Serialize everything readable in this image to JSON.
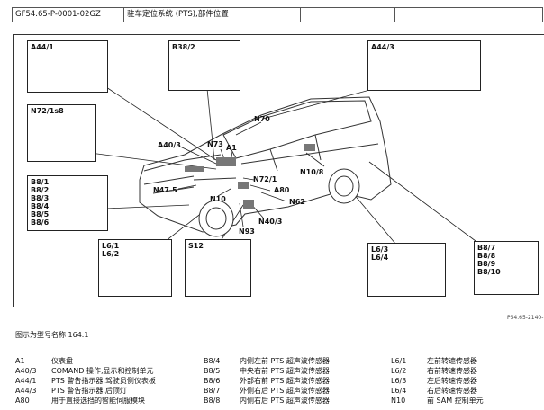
{
  "header": {
    "doc_id": "GF54.65-P-0001-02GZ",
    "title": "驻车定位系统 (PTS),部件位置"
  },
  "diagram": {
    "boxes": {
      "a44_1": "A44/1",
      "b38_2": "B38/2",
      "a44_3": "A44/3",
      "n72_1s8": "N72/1s8",
      "b8_group_front": [
        "B8/1",
        "B8/2",
        "B8/3",
        "B8/4",
        "B8/5",
        "B8/6"
      ],
      "l6_front": [
        "L6/1",
        "L6/2"
      ],
      "s12": "S12",
      "l6_rear": [
        "L6/3",
        "L6/4"
      ],
      "b8_group_rear": [
        "B8/7",
        "B8/8",
        "B8/9",
        "B8/10"
      ]
    },
    "callouts": {
      "n70": "N70",
      "n73": "N73",
      "a1": "A1",
      "a40_3": "A40/3",
      "n10_8": "N10/8",
      "n72_1": "N72/1",
      "a80": "A80",
      "n47_5": "N47-5",
      "n10": "N10",
      "n62": "N62",
      "n40_3": "N40/3",
      "n93": "N93"
    },
    "figure_id": "P54.65-2140-"
  },
  "caption": "图示为型号名称 164.1",
  "legend": {
    "col1": [
      {
        "code": "A1",
        "desc": "仪表盘"
      },
      {
        "code": "A40/3",
        "desc": "COMAND 操作,显示和控制单元"
      },
      {
        "code": "A44/1",
        "desc": "PTS 警告指示器,驾驶员侧仪表板"
      },
      {
        "code": "A44/3",
        "desc": "PTS 警告指示器,后顶灯"
      },
      {
        "code": "A80",
        "desc": "用于直接选挡的智能伺服模块"
      }
    ],
    "col2": [
      {
        "code": "B8/4",
        "desc": "内侧左前 PTS 超声波传感器"
      },
      {
        "code": "B8/5",
        "desc": "中央右前 PTS 超声波传感器"
      },
      {
        "code": "B8/6",
        "desc": "外部右前 PTS 超声波传感器"
      },
      {
        "code": "B8/7",
        "desc": "外侧右后 PTS 超声波传感器"
      },
      {
        "code": "B8/8",
        "desc": "内侧右后 PTS 超声波传感器"
      }
    ],
    "col3": [
      {
        "code": "L6/1",
        "desc": "左前转速传感器"
      },
      {
        "code": "L6/2",
        "desc": "右前转速传感器"
      },
      {
        "code": "L6/3",
        "desc": "左后转速传感器"
      },
      {
        "code": "L6/4",
        "desc": "右后转速传感器"
      },
      {
        "code": "N10",
        "desc": "前 SAM 控制单元"
      }
    ]
  }
}
